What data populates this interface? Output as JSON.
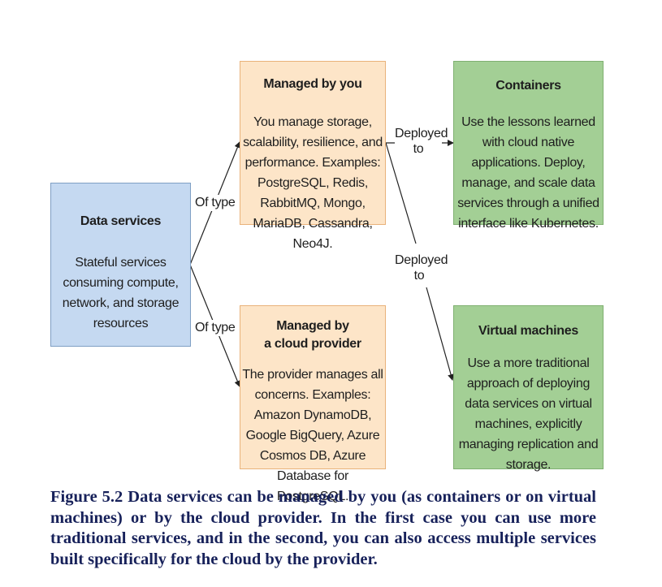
{
  "nodes": {
    "data_services": {
      "title": "Data services",
      "body": "Stateful services consuming compute, network, and storage resources"
    },
    "managed_by_you": {
      "title": "Managed by you",
      "body": "You manage storage, scalability, resilience, and performance. Examples: PostgreSQL, Redis, RabbitMQ, Mongo, MariaDB, Cassandra, Neo4J."
    },
    "managed_by_cloud": {
      "title": "Managed by\na cloud provider",
      "body": "The provider manages all concerns. Examples: Amazon DynamoDB, Google BigQuery, Azure Cosmos DB, Azure Database for PostgreSQL."
    },
    "containers": {
      "title": "Containers",
      "body": "Use the lessons learned with cloud native applications. Deploy, manage, and scale data services through a unified interface like Kubernetes."
    },
    "virtual_machines": {
      "title": "Virtual machines",
      "body": "Use a more traditional approach of deploying data services on virtual machines, explicitly managing replication and storage."
    }
  },
  "edges": {
    "of_type_upper": "Of type",
    "of_type_lower": "Of type",
    "deployed_to_containers": "Deployed to",
    "deployed_to_vms": "Deployed to"
  },
  "colors": {
    "data_services_fill": "#c5d9f1",
    "managed_fill": "#fde5c8",
    "deployment_fill": "#a3cf95",
    "caption_text": "#17215a"
  },
  "caption": "Figure 5.2 Data services can be managed by you (as containers or on virtual machines) or by the cloud provider. In the first case you can use more traditional services, and in the second, you can also access multiple services built specifically for the cloud by the provider."
}
